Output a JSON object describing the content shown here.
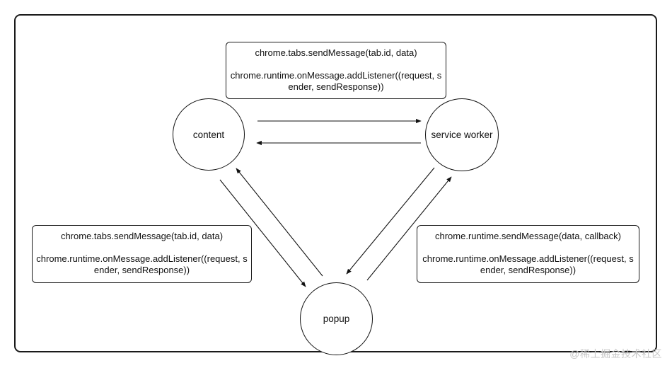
{
  "nodes": {
    "content": "content",
    "service_worker": "service worker",
    "popup": "popup"
  },
  "notes": {
    "top": {
      "send": "chrome.tabs.sendMessage(tab.id, data)",
      "listen": "chrome.runtime.onMessage.addListener((request, sender, sendResponse))"
    },
    "left": {
      "send": "chrome.tabs.sendMessage(tab.id, data)",
      "listen": "chrome.runtime.onMessage.addListener((request, sender, sendResponse))"
    },
    "right": {
      "send": "chrome.runtime.sendMessage(data, callback)",
      "listen": "chrome.runtime.onMessage.addListener((request, sender, sendResponse))"
    }
  },
  "watermark": "@稀土掘金技术社区",
  "colors": {
    "stroke": "#111111",
    "watermark": "#c8c8c8"
  }
}
